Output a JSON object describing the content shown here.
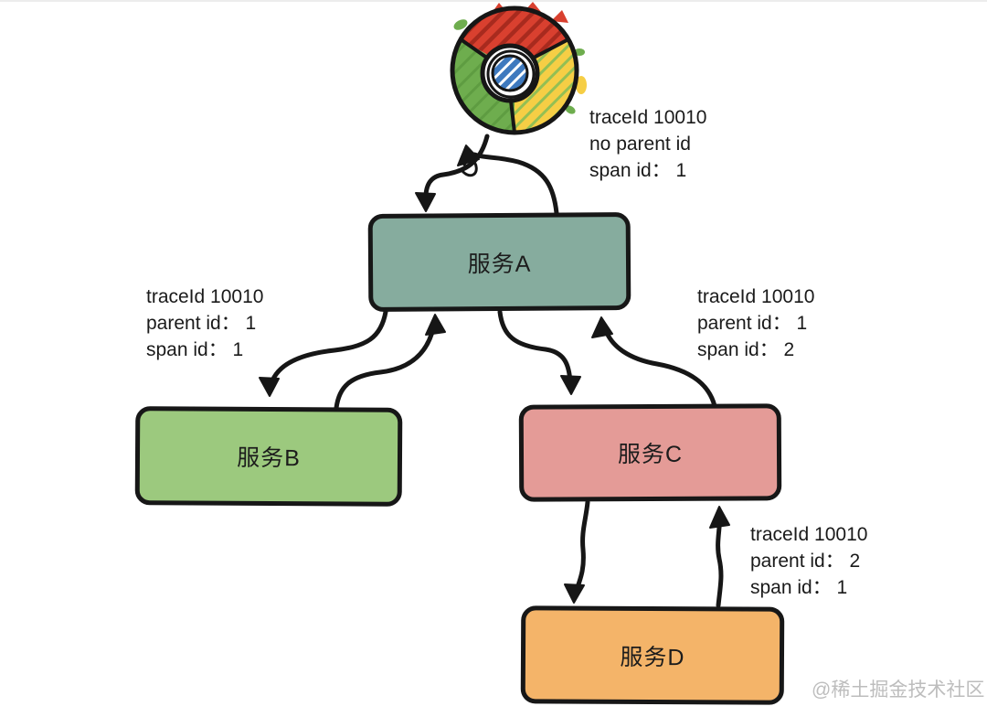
{
  "diagram": {
    "title_hint": "distributed tracing call diagram",
    "client": {
      "name": "chrome-browser"
    },
    "nodes": [
      {
        "id": "A",
        "label": "服务A",
        "color": "#86AC9E"
      },
      {
        "id": "B",
        "label": "服务B",
        "color": "#9CC97E"
      },
      {
        "id": "C",
        "label": "服务C",
        "color": "#E49B97"
      },
      {
        "id": "D",
        "label": "服务D",
        "color": "#F4B469"
      }
    ],
    "annotations": [
      {
        "id": "client-trace",
        "lines": [
          "traceId 10010",
          "no parent id",
          "span id： 1"
        ]
      },
      {
        "id": "service-b-trace",
        "lines": [
          "traceId 10010",
          "parent id： 1",
          "span id： 1"
        ]
      },
      {
        "id": "service-c-trace",
        "lines": [
          "traceId 10010",
          "parent id： 1",
          "span id： 2"
        ]
      },
      {
        "id": "service-d-trace",
        "lines": [
          "traceId 10010",
          "parent id： 2",
          "span id： 1"
        ]
      }
    ],
    "edges": [
      {
        "from": "client",
        "to": "A"
      },
      {
        "from": "A",
        "to": "client"
      },
      {
        "from": "A",
        "to": "B"
      },
      {
        "from": "B",
        "to": "A"
      },
      {
        "from": "A",
        "to": "C"
      },
      {
        "from": "C",
        "to": "A"
      },
      {
        "from": "C",
        "to": "D"
      },
      {
        "from": "D",
        "to": "C"
      }
    ],
    "logo_colors": {
      "red": "#D9402F",
      "yellow": "#F6CE45",
      "green": "#6EAD4E",
      "blue": "#3E79BE"
    },
    "stroke_color": "#161616",
    "watermark": "@稀土掘金技术社区"
  }
}
